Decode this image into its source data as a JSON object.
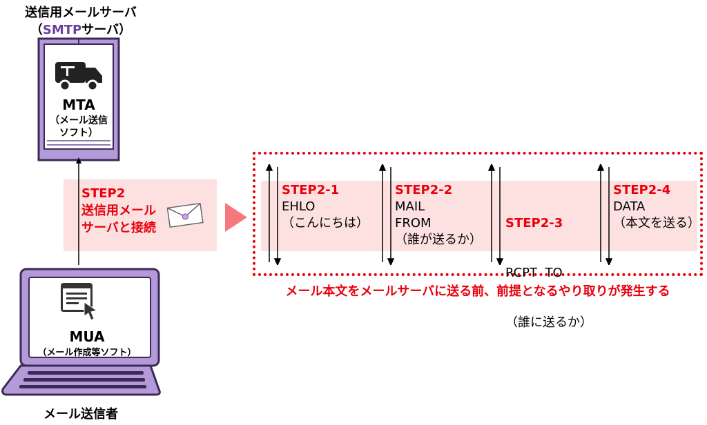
{
  "server": {
    "title_line1": "送信用メールサーバ",
    "title_paren_open": "（",
    "title_protocol": "SMTP",
    "title_suffix": "サーバ）",
    "label": "MTA",
    "sub1": "（メール送信",
    "sub2": "ソフト）",
    "truck_icon": "truck-icon"
  },
  "step2": {
    "label": "STEP2",
    "line1": "送信用メール",
    "line2": "サーバと接続",
    "envelope_icon": "envelope-icon"
  },
  "steps": [
    {
      "label": "STEP2-1",
      "cmd": "EHLO",
      "note": "（こんにちは）"
    },
    {
      "label": "STEP2-2",
      "cmd": "MAIL",
      "note": "FROM",
      "note2": "（誰が送るか）"
    },
    {
      "label": "STEP2-3",
      "cmd": "RCPT  TO",
      "note": "（誰に送るか）"
    },
    {
      "label": "STEP2-4",
      "cmd": "DATA",
      "note": "（本文を送る）"
    }
  ],
  "bottom_note": "メール本文をメールサーバに送る前、前提となるやり取りが発生する",
  "client": {
    "label": "MUA",
    "sub": "（メール作成等ソフト）",
    "sender": "メール送信者",
    "document_icon": "document-cursor-icon"
  },
  "colors": {
    "accent_red": "#e8000b",
    "band_pink": "#fde1e1",
    "server_purple": "#b49ad8",
    "laptop_purple": "#b49ad8"
  }
}
